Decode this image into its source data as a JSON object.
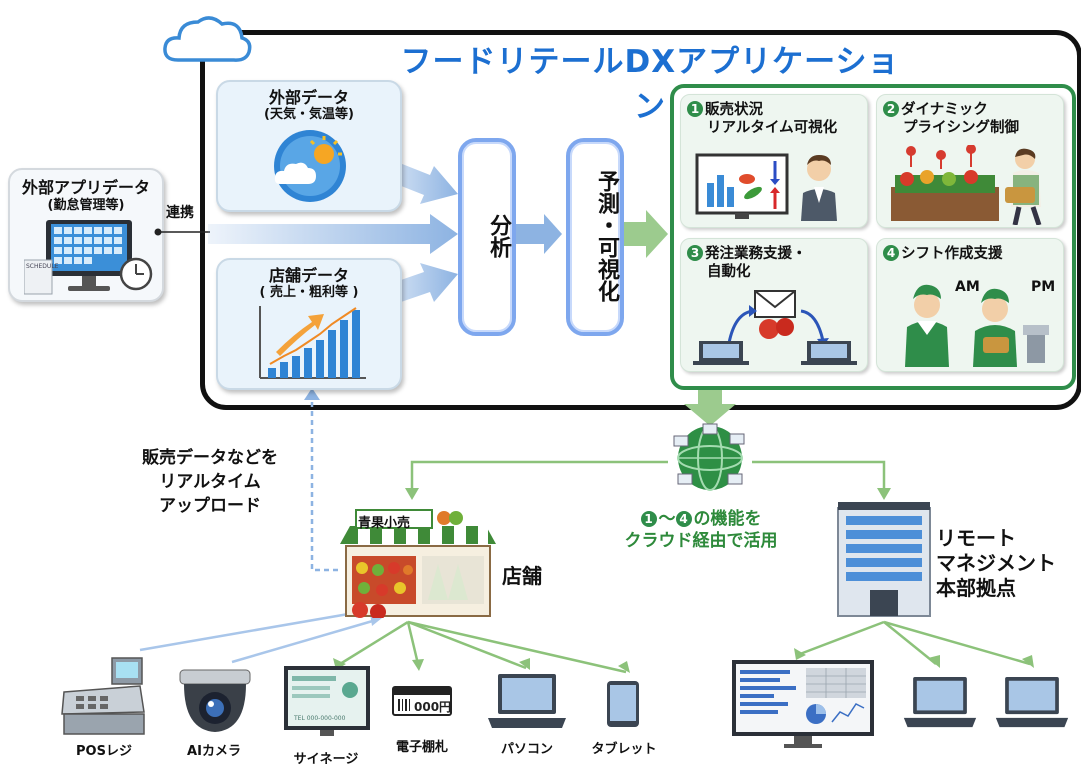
{
  "app": {
    "title": "フードリテールDXアプリケーション"
  },
  "external_app": {
    "title": "外部アプリデータ",
    "subtitle": "(勤怠管理等)",
    "screen_tag": "SCHEDULE"
  },
  "link_label": "連携",
  "external_data": {
    "title": "外部データ",
    "subtitle": "(天気・気温等)"
  },
  "store_data": {
    "title": "店舗データ",
    "subtitle": "( 売上・粗利等 )"
  },
  "analysis_label": "分析",
  "prediction_label": "予測・可視化",
  "features": [
    {
      "num": "1",
      "line1": "販売状況",
      "line2": "リアルタイム可視化"
    },
    {
      "num": "2",
      "line1": "ダイナミック",
      "line2": "プライシング制御"
    },
    {
      "num": "3",
      "line1": "発注業務支援・",
      "line2": "自動化"
    },
    {
      "num": "4",
      "line1": "シフト作成支援",
      "am": "AM",
      "pm": "PM"
    }
  ],
  "upload_note": [
    "販売データなどを",
    "リアルタイム",
    "アップロード"
  ],
  "store": {
    "sign": "青果小売",
    "label": "店舗"
  },
  "cloud_note": {
    "nums": [
      "1",
      "4"
    ],
    "line1_suffix": "の機能を",
    "line2": "クラウド経由で活用"
  },
  "hq": {
    "lines": [
      "リモート",
      "マネジメント",
      "本部拠点"
    ]
  },
  "devices": {
    "pos": "POSレジ",
    "camera": "AIカメラ",
    "signage": "サイネージ",
    "label_tag": "電子棚札",
    "pc": "パソコン",
    "tablet": "タブレット",
    "price_tag_text": "000円",
    "signage_tel": "TEL 000-000-000"
  },
  "colors": {
    "title_blue": "#1c6fd1",
    "green": "#2f8d4a",
    "arrow_blue": "#8db3e2",
    "line_green": "#8cc27a"
  }
}
